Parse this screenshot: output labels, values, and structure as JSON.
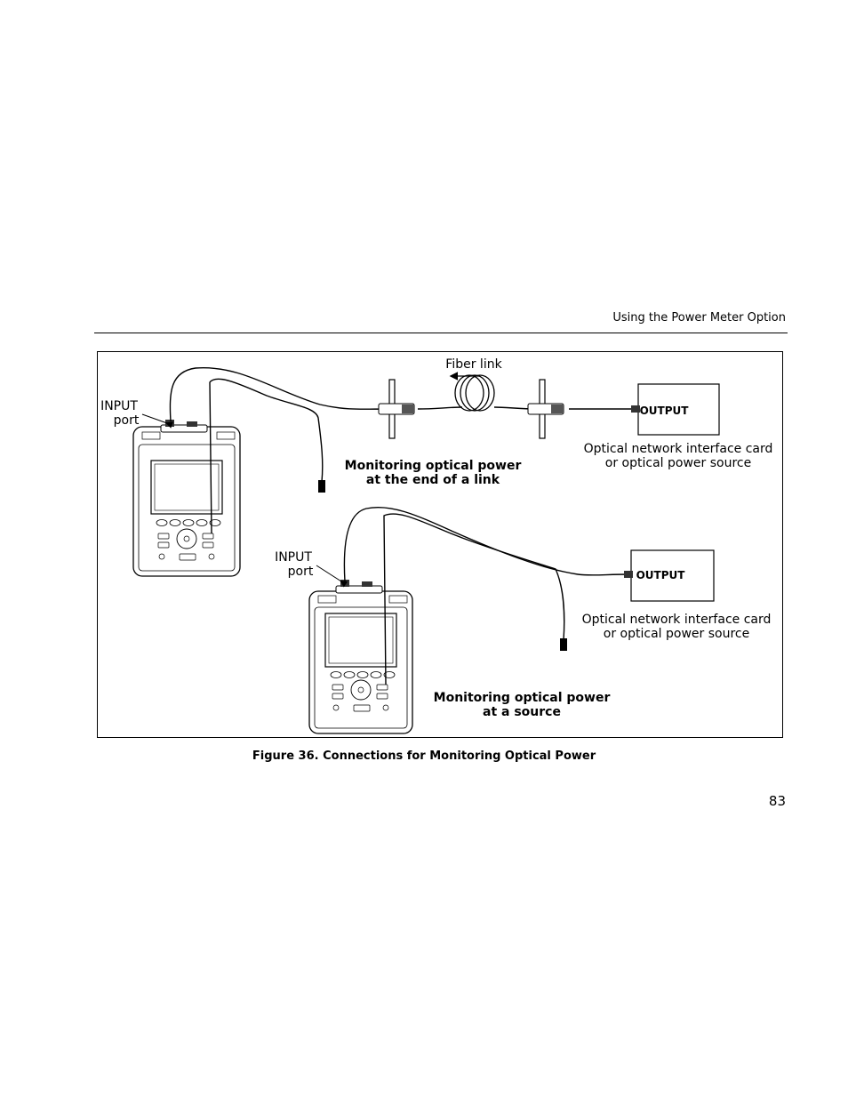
{
  "header": {
    "title": "Using the Power Meter Option"
  },
  "figure": {
    "caption": "Figure 36. Connections for Monitoring Optical Power",
    "labels": {
      "input_port_line1": "INPUT",
      "input_port_line2": "port",
      "fiber_link": "Fiber link",
      "output": "OUTPUT",
      "nic_line1": "Optical network interface card",
      "nic_line2": "or optical power source",
      "top_caption_line1": "Monitoring optical power",
      "top_caption_line2": "at the end of a link",
      "bottom_caption_line1": "Monitoring optical power",
      "bottom_caption_line2": "at a source"
    }
  },
  "footer": {
    "page_number": "83"
  }
}
